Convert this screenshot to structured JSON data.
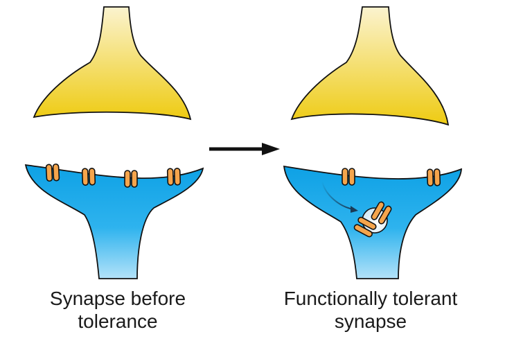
{
  "diagram": {
    "title": "Synaptic tolerance via receptor internalization",
    "panels": [
      {
        "id": "before",
        "caption_line1": "Synapse before",
        "caption_line2": "tolerance",
        "surface_receptor_count": 4,
        "internalized_receptor_count": 0
      },
      {
        "id": "after",
        "caption_line1": "Functionally tolerant",
        "caption_line2": "synapse",
        "surface_receptor_count": 2,
        "internalized_receptor_count": 2
      }
    ],
    "transition_arrow": "arrow-right",
    "colors": {
      "presynaptic_top": "#fbf1c4",
      "presynaptic_bottom": "#eecb12",
      "postsynaptic_top": "#0fa3e6",
      "postsynaptic_bottom": "#a9def8",
      "receptor_fill": "#f5a54c",
      "vesicle_fill": "#eef6fb",
      "outline": "#111111"
    }
  }
}
